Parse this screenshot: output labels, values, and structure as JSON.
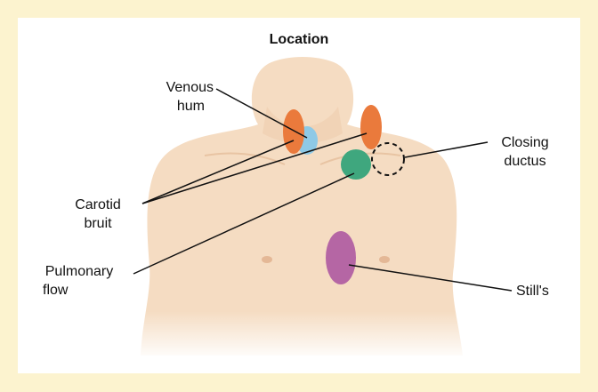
{
  "title": "Location",
  "labels": {
    "venous_hum": [
      "Venous",
      "hum"
    ],
    "carotid_bruit": [
      "Carotid",
      "bruit"
    ],
    "pulmonary_flow": [
      "Pulmonary",
      "flow"
    ],
    "closing_ductus": [
      "Closing",
      "ductus"
    ],
    "stills": "Still's"
  },
  "colors": {
    "background": "#fcf3cf",
    "skin": "#f6dcc0",
    "venous_hum": "#8ec9e6",
    "carotid_bruit": "#ea7a3c",
    "pulmonary_flow": "#3fa77e",
    "stills": "#b566a4"
  }
}
